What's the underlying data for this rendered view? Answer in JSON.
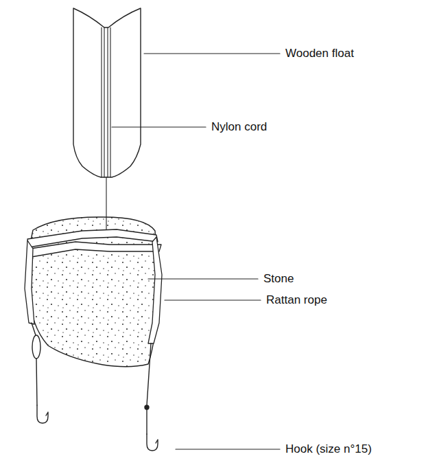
{
  "diagram": {
    "labels": [
      "Wooden float",
      "Nylon cord",
      "Stone",
      "Rattan rope",
      "Hook (size n°15)"
    ]
  }
}
